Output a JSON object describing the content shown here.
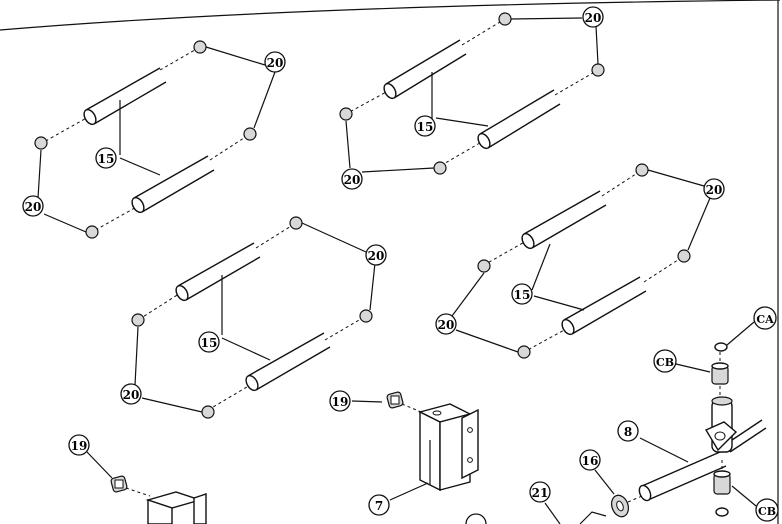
{
  "labels": {
    "spring_pin": "20",
    "tube": "15",
    "bracket_cap": "19",
    "upright_bracket": "7",
    "crank_shaft": "8",
    "washer": "16",
    "nut": "21",
    "clip_a": "CA",
    "bushing_b": "CB"
  }
}
